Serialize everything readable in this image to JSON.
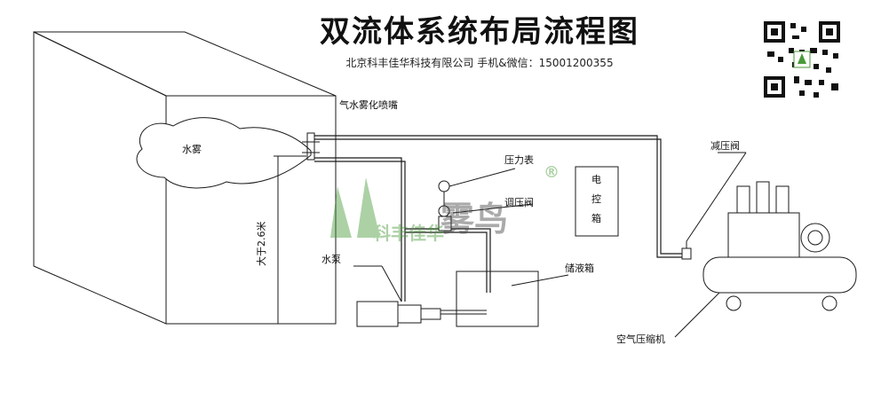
{
  "title": "双流体系统布局流程图",
  "subtitle": "北京科丰佳华科技有限公司  手机&微信：15001200355",
  "labels": {
    "nozzle": "气水雾化喷嘴",
    "mist": "水雾",
    "height": "大于2.6米",
    "pump": "水泵",
    "gauge": "压力表",
    "regulator": "调压阀",
    "control_box": "电控箱",
    "tank": "储液箱",
    "reducer": "减压阀",
    "compressor": "空气压缩机"
  },
  "watermark": {
    "brand": "雾鸟",
    "tagline": "科丰佳华",
    "mark": "®",
    "color": "#4a9a3a"
  },
  "colors": {
    "line": "#1a1a1a",
    "accent": "#0a5fb5"
  },
  "icons": [
    "qr-code-icon",
    "brand-leaf-icon"
  ]
}
